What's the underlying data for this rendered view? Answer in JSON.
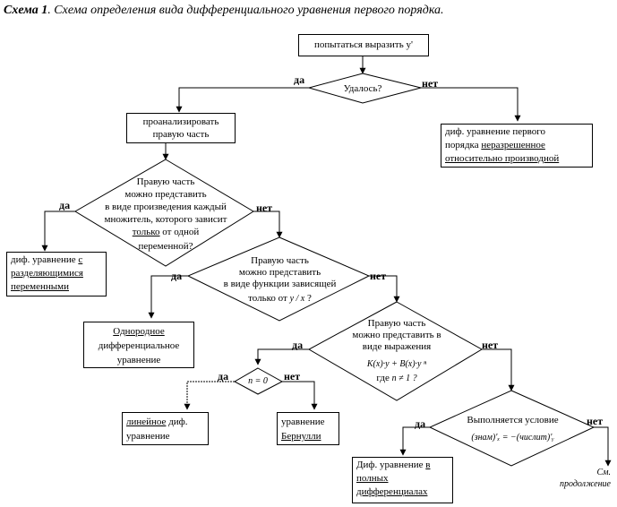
{
  "title": {
    "prefix": "Схема 1",
    "text": ". Схема определения вида дифференциального уравнения первого порядка."
  },
  "labels": {
    "yes": "да",
    "no": "нет"
  },
  "nodes": {
    "start": {
      "text": "попытаться выразить y'"
    },
    "d_solved": {
      "text": "Удалось?"
    },
    "analyze": {
      "line1": "проанализировать",
      "line2": "правую часть"
    },
    "unresolved": {
      "line1": "диф. уравнение первого",
      "line2_plain": "порядка ",
      "line2_u": "неразрешенное",
      "line3_u": "относительно производной"
    },
    "d_separable": {
      "lines": [
        "Правую часть",
        "можно представить",
        "в виде произведения каждый",
        "множитель, которого зависит"
      ],
      "line5_u": "только",
      "line5_rest": " от одной",
      "line6": "переменной?"
    },
    "separable": {
      "line1_plain": "диф. уравнение ",
      "line1_u": "с",
      "line2_u": "разделяющимися",
      "line3_u": "переменными"
    },
    "d_homog": {
      "lines": [
        "Правую часть",
        "можно представить",
        "в виде функции зависящей"
      ],
      "line4_plain": "только от ",
      "line4_math": "y / x",
      "line4_end": " ?"
    },
    "homogeneous": {
      "line1_u": "Однородное",
      "line2": "дифференциальное",
      "line3": "уравнение"
    },
    "d_bernoulli": {
      "lines": [
        "Правую часть",
        "можно представить в",
        "виде выражения"
      ],
      "formula": "K(x)·y + B(x)·y ⁿ",
      "where": "где ",
      "cond": "n ≠ 1 ?"
    },
    "d_n0": {
      "text": "n = 0"
    },
    "linear": {
      "line1_u": "линейное",
      "line1_rest": " диф.",
      "line2": "уравнение"
    },
    "bernoulli": {
      "line1": "уравнение",
      "line2_u": "Бернулли"
    },
    "d_exact": {
      "line1": "Выполняется условие",
      "formula": "(знам)'ₓ = −(числит)'ᵧ"
    },
    "exact": {
      "line1_plain": "Диф. уравнение ",
      "line1_u": "в",
      "line2_u": "полных",
      "line3_u": "дифференциалах"
    },
    "continue": {
      "line1": "См.",
      "line2": "продолжение"
    }
  }
}
